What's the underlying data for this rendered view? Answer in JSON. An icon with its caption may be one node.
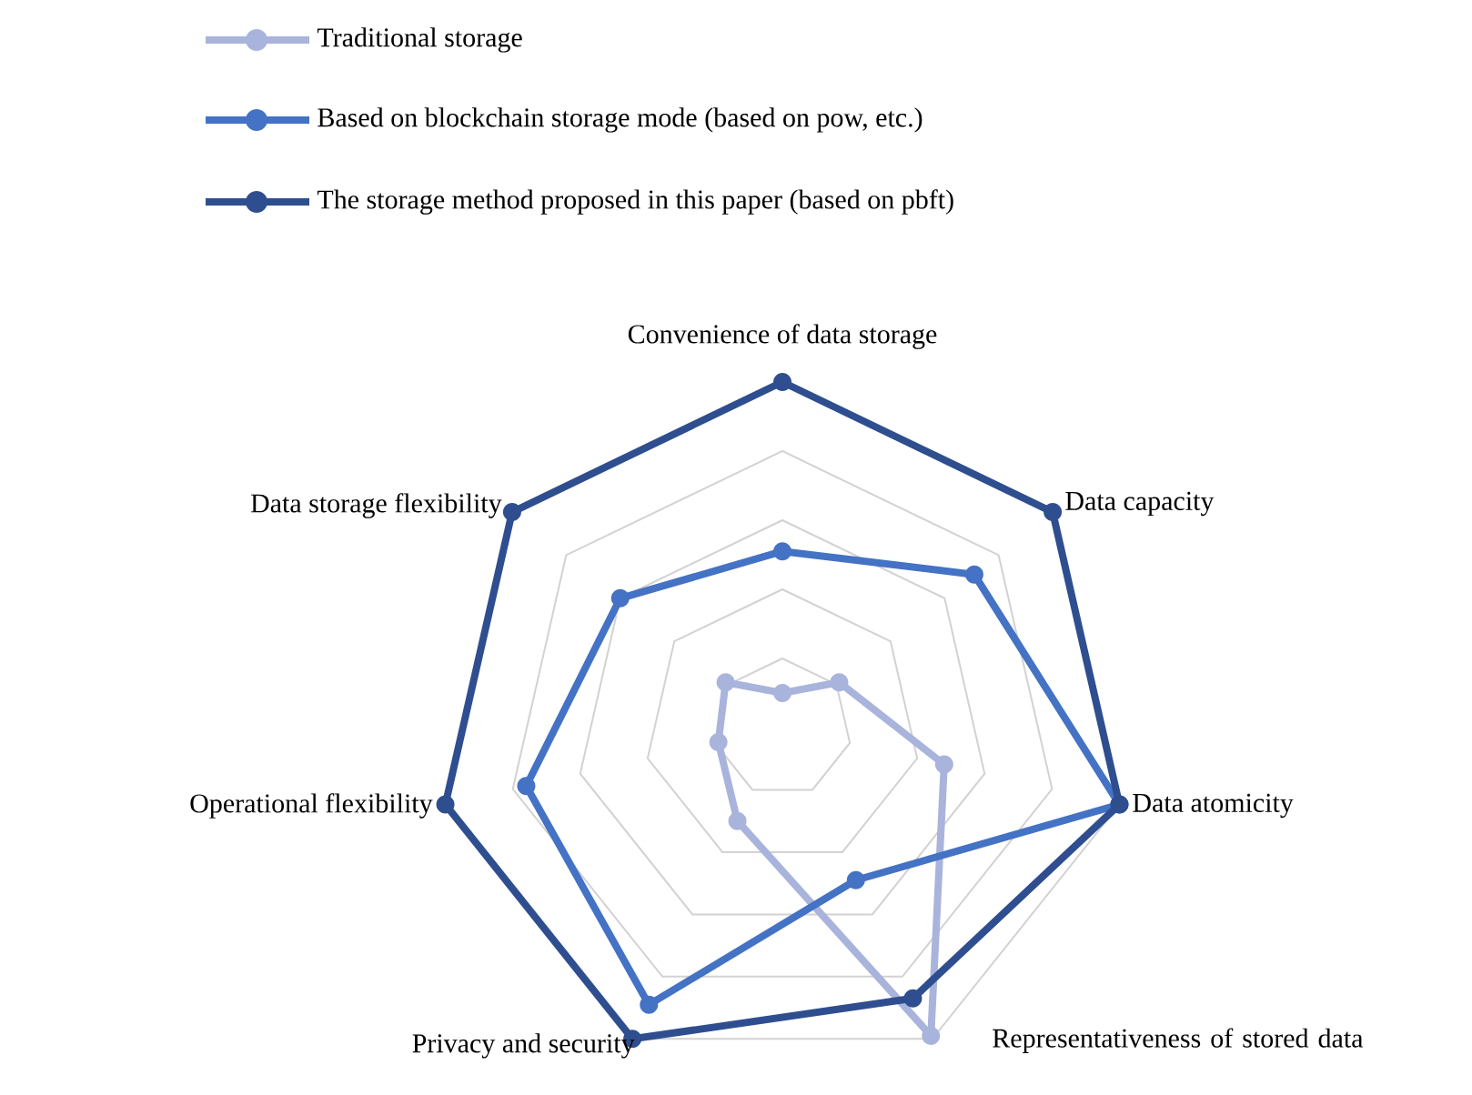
{
  "diagram": {
    "labels": [
      "Convenience of data storage",
      "Data capacity",
      "Data atomicity",
      "Representativeness of stored data",
      "Privacy and security",
      "Operational flexibility",
      "Data storage flexibility"
    ],
    "legend": [
      {
        "text": "Traditional storage"
      },
      {
        "text": "Based on blockchain storage mode (based on pow, etc.)"
      },
      {
        "text": "The storage method proposed in this paper (based on pbft)"
      }
    ]
  }
}
